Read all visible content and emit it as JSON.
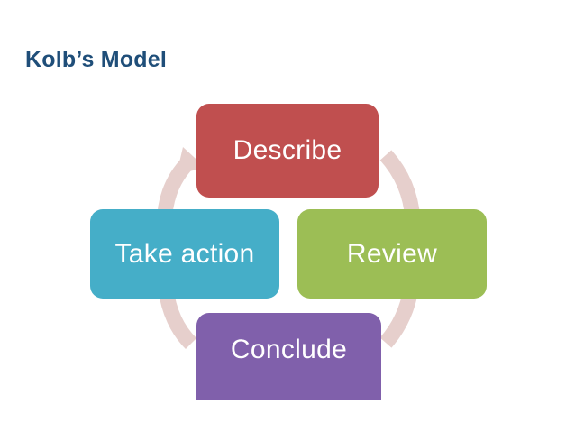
{
  "slide": {
    "title": "Kolb’s Model",
    "title_color": "#1F4E79",
    "background_color": "#FFFFFF"
  },
  "diagram": {
    "name": "kolb-learning-cycle",
    "type": "cycle",
    "direction": "clockwise",
    "arc_color": "#E6CFCC",
    "nodes": [
      {
        "id": "describe",
        "label": "Describe",
        "color": "#C04F4F",
        "position": "top",
        "order": 1
      },
      {
        "id": "review",
        "label": "Review",
        "color": "#9CBE55",
        "position": "right",
        "order": 2
      },
      {
        "id": "conclude",
        "label": "Conclude",
        "color": "#8060AB",
        "position": "bottom",
        "order": 3
      },
      {
        "id": "take_action",
        "label": "Take action",
        "color": "#45AEC8",
        "position": "left",
        "order": 4
      }
    ],
    "arrows": [
      {
        "id": "arrow-take-action-to-describe",
        "from": "take_action",
        "to": "describe",
        "has_head": true
      },
      {
        "id": "arrow-describe-to-review",
        "from": "describe",
        "to": "review",
        "has_head": false
      },
      {
        "id": "arrow-review-to-conclude",
        "from": "review",
        "to": "conclude",
        "has_head": false
      },
      {
        "id": "arrow-conclude-to-take-action",
        "from": "conclude",
        "to": "take_action",
        "has_head": false
      }
    ]
  }
}
